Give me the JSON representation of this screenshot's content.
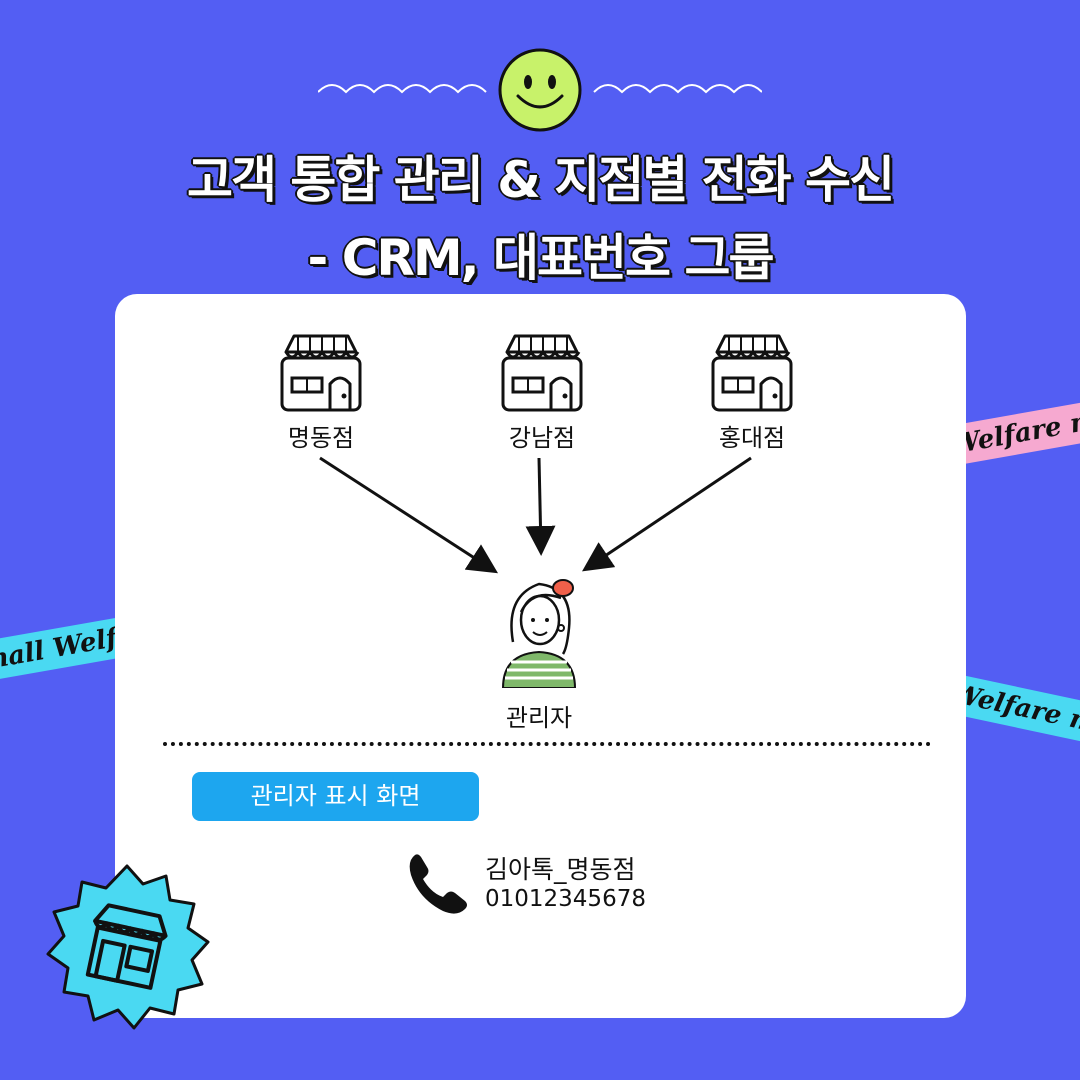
{
  "header": {
    "title_line1": "고객 통합 관리  & 지점별 전화 수신",
    "title_line2": "- CRM, 대표번호 그룹"
  },
  "ribbons": {
    "pink": "Welfare mall  Welfare mall",
    "cyan_left": "mall  Welfare mall",
    "cyan_right": "Welfare mall  Welfare"
  },
  "stores": [
    {
      "label": "명동점"
    },
    {
      "label": "강남점"
    },
    {
      "label": "홍대점"
    }
  ],
  "admin": {
    "label": "관리자"
  },
  "display": {
    "button_label": "관리자 표시 화면",
    "caller_name": "김아톡_명동점",
    "caller_number": "01012345678"
  },
  "colors": {
    "background": "#535ef3",
    "card": "#ffffff",
    "button": "#1da6ef",
    "smiley": "#c8f26a",
    "ribbon_pink": "#f6a9d0",
    "ribbon_cyan": "#4ad9f2"
  },
  "icons": [
    "smiley-icon",
    "store-icon",
    "admin-avatar",
    "phone-icon",
    "store-badge-icon"
  ]
}
